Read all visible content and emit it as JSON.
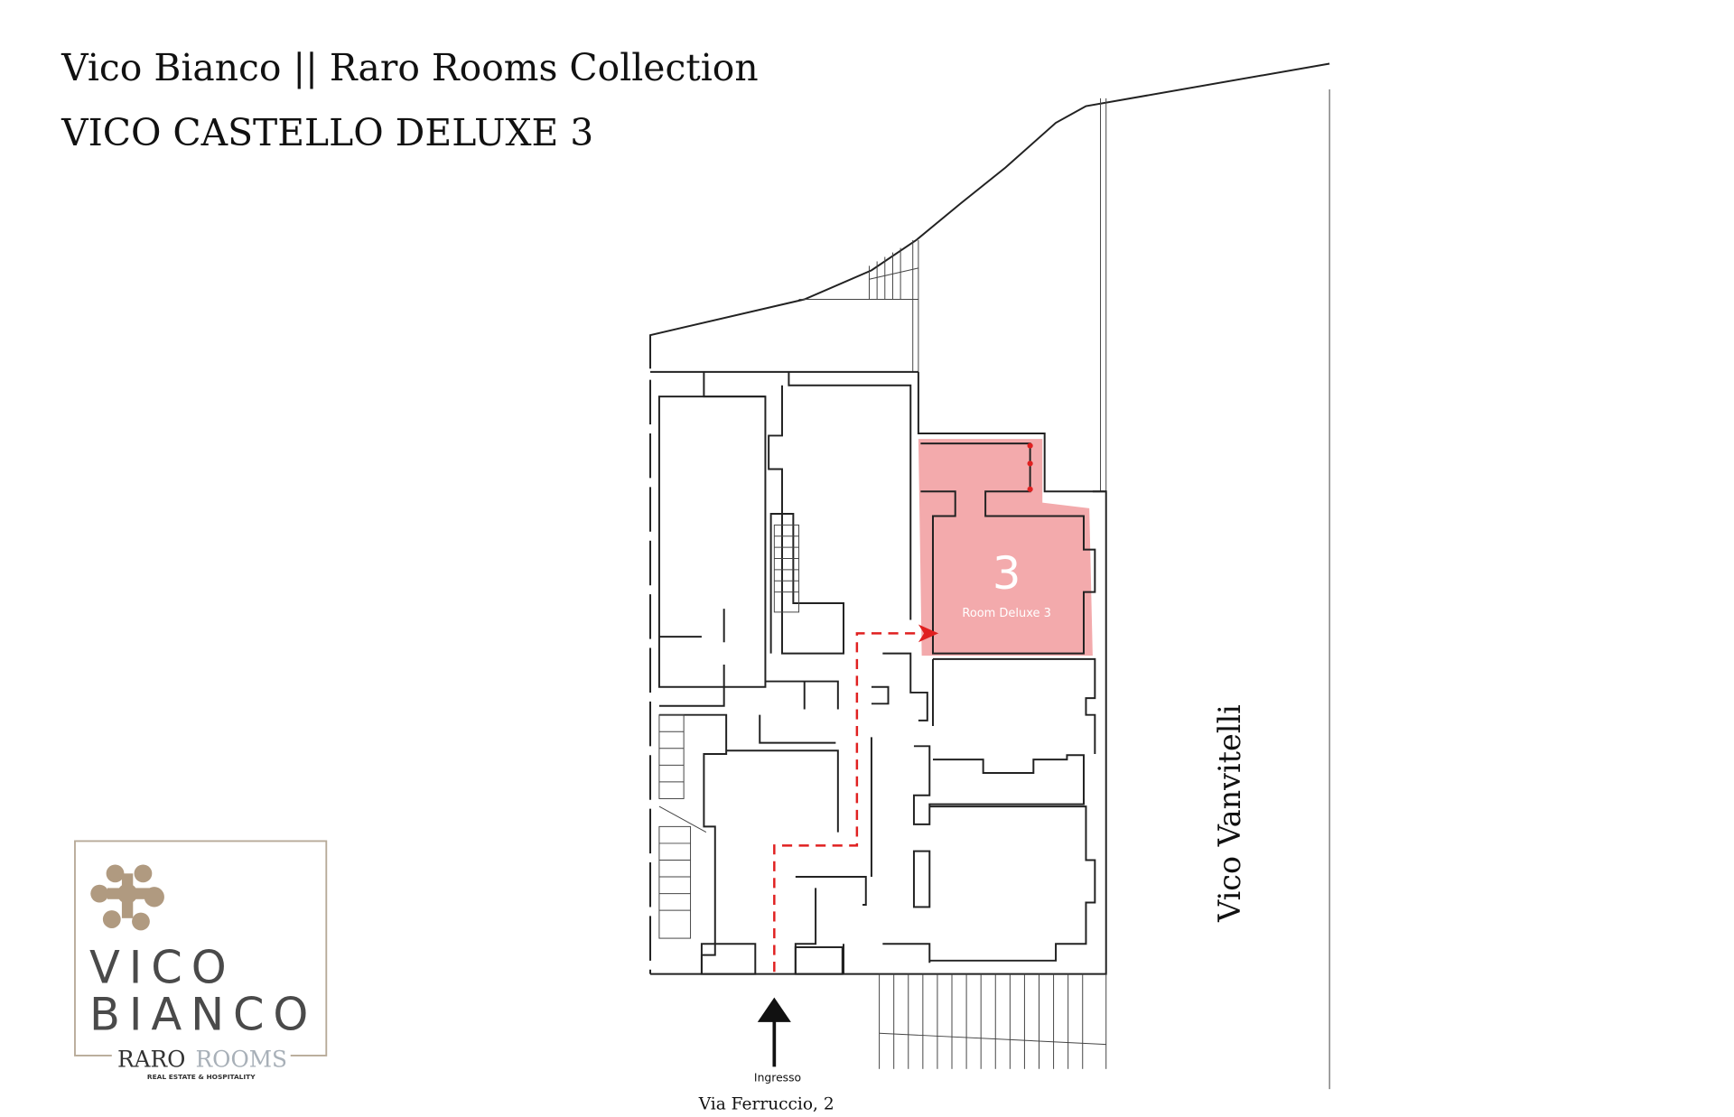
{
  "header": {
    "title": "Vico Bianco || Raro Rooms Collection",
    "subtitle": "VICO CASTELLO DELUXE 3"
  },
  "plan": {
    "room_number": "3",
    "room_label": "Room Deluxe 3",
    "entrance_label": "Ingresso",
    "entrance_street": "Via Ferruccio, 2",
    "side_street": "Vico Vanvitelli",
    "colors": {
      "room_fill": "#f2a5a8",
      "path": "#e02020",
      "wall": "#222222"
    }
  },
  "logo": {
    "line1": "VICO",
    "line2": "BIANCO",
    "brand_a": "RARO",
    "brand_b": "ROOMS",
    "tagline": "REAL ESTATE & HOSPITALITY",
    "colors": {
      "flower": "#b09a80",
      "text": "#4a4a4a",
      "frame": "#b7aa98"
    }
  }
}
